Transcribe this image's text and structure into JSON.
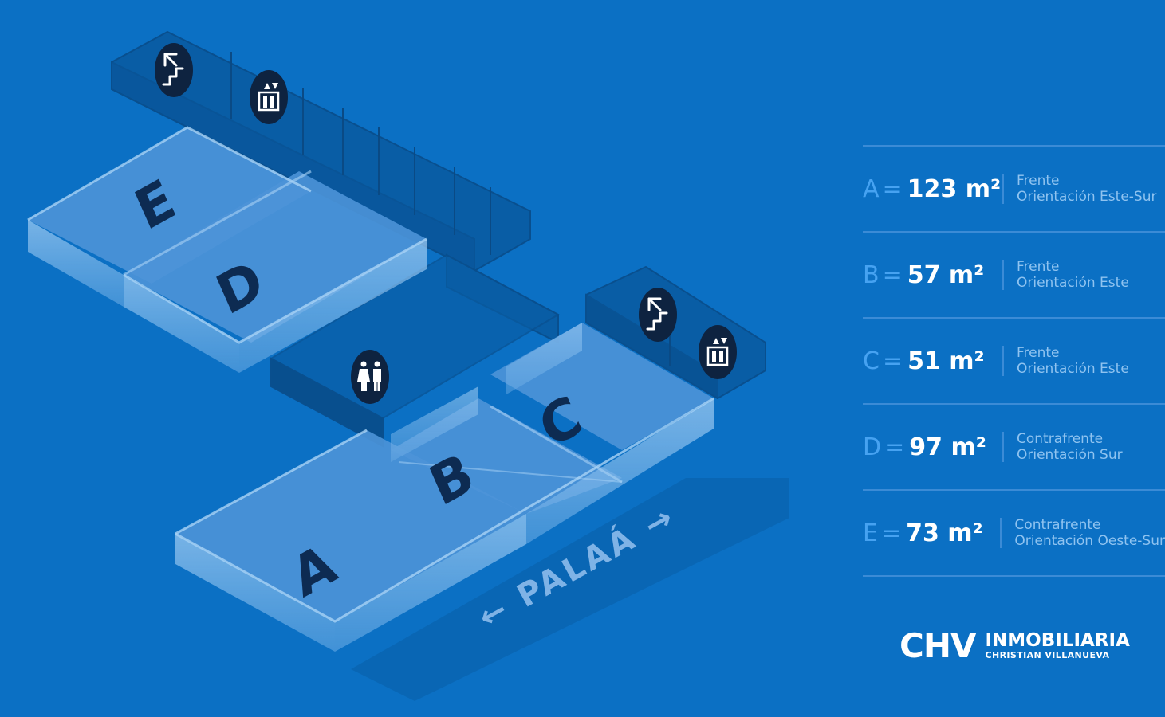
{
  "plan": {
    "units": [
      "A",
      "B",
      "C",
      "D",
      "E"
    ],
    "street": "← PALAÁ →",
    "icons": [
      "escalator-icon",
      "elevator-icon",
      "restroom-icon"
    ]
  },
  "legend": [
    {
      "letter": "A",
      "eq": "=",
      "area": "123 m²",
      "line1": "Frente",
      "line2": "Orientación Este-Sur"
    },
    {
      "letter": "B",
      "eq": "=",
      "area": "57 m²",
      "line1": "Frente",
      "line2": "Orientación Este"
    },
    {
      "letter": "C",
      "eq": "=",
      "area": "51 m²",
      "line1": "Frente",
      "line2": "Orientación Este"
    },
    {
      "letter": "D",
      "eq": "=",
      "area": "97 m²",
      "line1": "Contrafrente",
      "line2": "Orientación Sur"
    },
    {
      "letter": "E",
      "eq": "=",
      "area": "73 m²",
      "line1": "Contrafrente",
      "line2": "Orientación Oeste-Sur"
    }
  ],
  "brand": {
    "mark": "CHV",
    "name": "INMOBILIARIA",
    "sub": "CHRISTIAN VILLANUEVA"
  },
  "colors": {
    "background": "#0b70c4",
    "accent": "#46a2f1",
    "icon_bg": "#0e2340"
  }
}
